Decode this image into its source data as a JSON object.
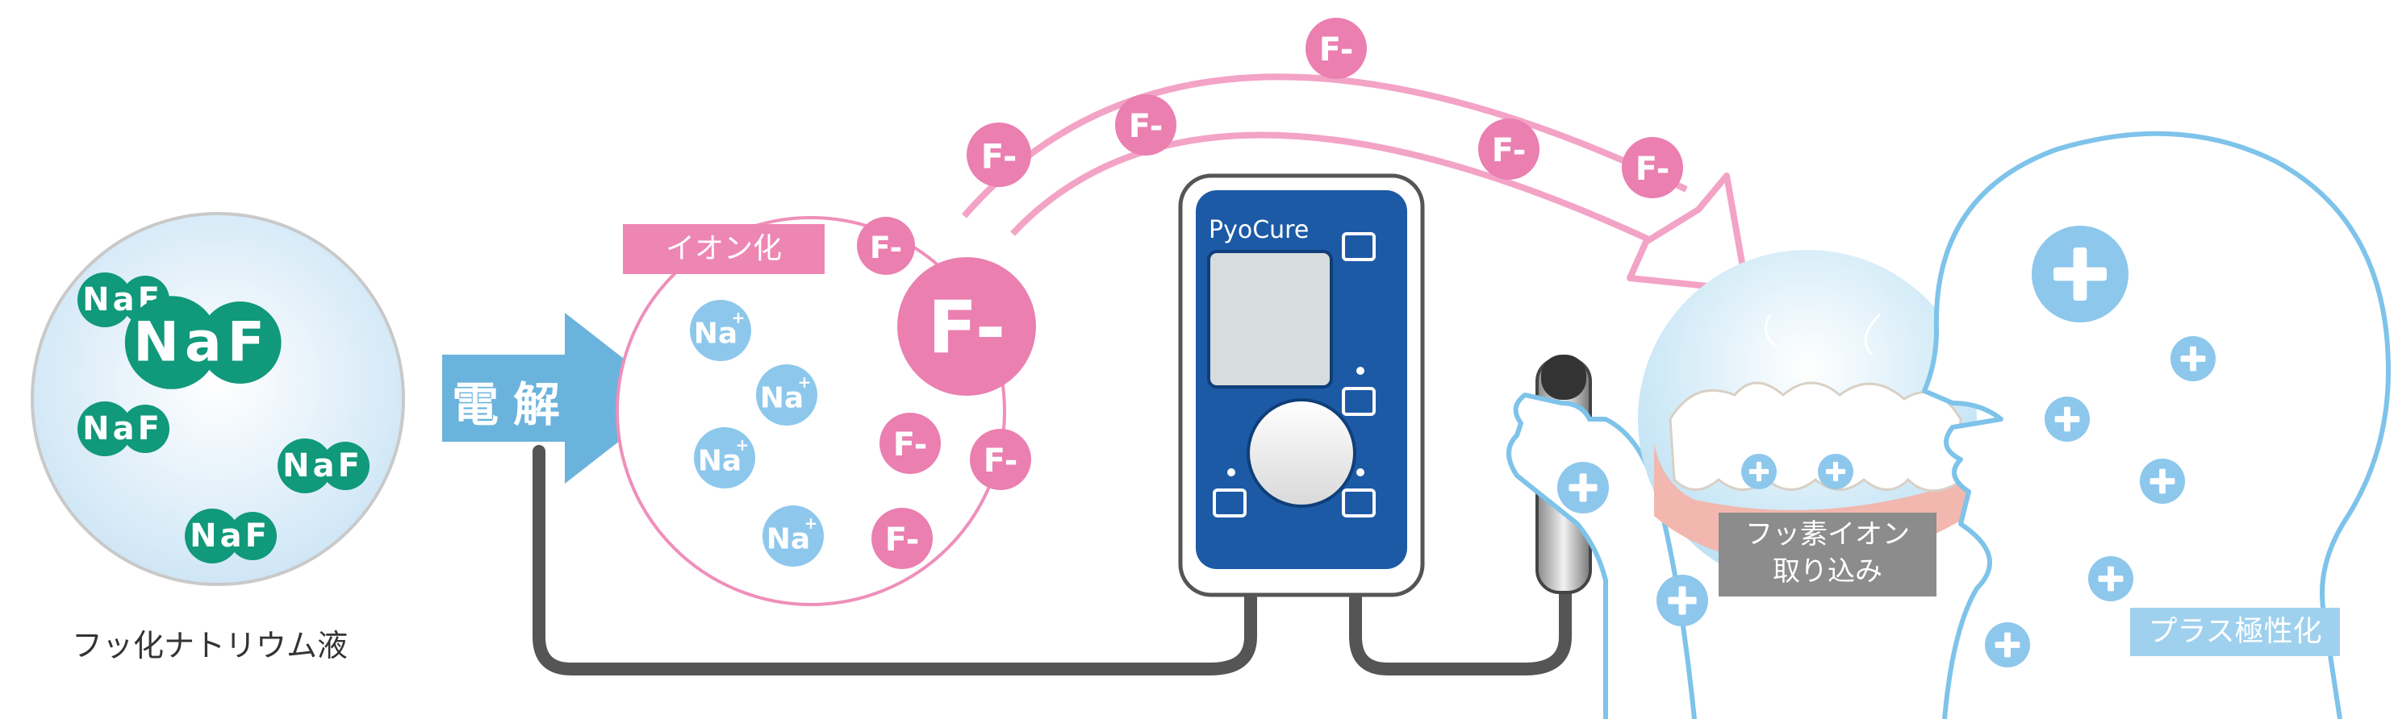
{
  "labels": {
    "solution": "フッ化ナトリウム液",
    "electrolysis": "電解",
    "ionize": "イオン化",
    "fluoride_intake": [
      "フッ素イオン",
      "取り込み"
    ],
    "plus_polarize": "プラス極性化",
    "device_brand": "PyoCure"
  },
  "molecules": {
    "naf": "NaF",
    "na_ion": "Na",
    "na_charge": "+",
    "f_ion": "F-",
    "plus": "+"
  },
  "colors": {
    "naf_green": "#10997a",
    "fluoride_pink": "#ea7fb0",
    "sodium_blue": "#8dc7ec",
    "device_blue": "#1d5aa6",
    "cable_gray": "#4a4a4a",
    "arrow_blue": "#6ab3dc",
    "body_outline": "#7ec3ea"
  },
  "icons": [
    "naf-molecule-icon",
    "sodium-ion-icon",
    "fluoride-ion-icon",
    "plus-charge-icon",
    "electrolysis-arrow-icon",
    "pyocure-device-icon",
    "toothbrush-handle-icon",
    "teeth-icon",
    "head-silhouette-icon"
  ]
}
